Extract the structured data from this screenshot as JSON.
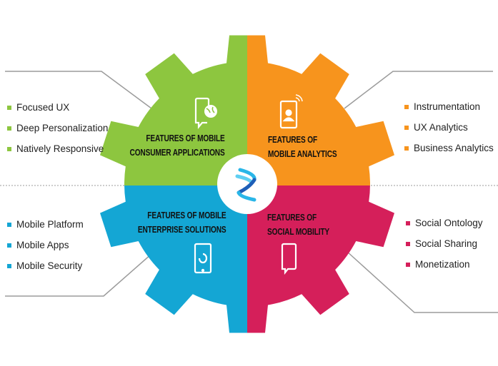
{
  "colors": {
    "consumer": "#8dc63f",
    "analytics": "#f7941d",
    "enterprise": "#14a6d4",
    "social": "#d51f5a",
    "lines": "#9b9b9b"
  },
  "quadrants": {
    "consumer": {
      "title_line1": "FEATURES OF MOBILE",
      "title_line2": "CONSUMER APPLICATIONS",
      "icon": "phone-globe-icon",
      "items": [
        "Focused UX",
        "Deep Personalization",
        "Natively Responsive"
      ]
    },
    "analytics": {
      "title_line1": "FEATURES OF",
      "title_line2": "MOBILE ANALYTICS",
      "icon": "phone-user-signal-icon",
      "items": [
        "Instrumentation",
        "UX Analytics",
        "Business Analytics"
      ]
    },
    "enterprise": {
      "title_line1": "FEATURES OF MOBILE",
      "title_line2": "ENTERPRISE SOLUTIONS",
      "icon": "phone-sync-icon",
      "items": [
        "Mobile Platform",
        "Mobile Apps",
        "Mobile Security"
      ]
    },
    "social": {
      "title_line1": "FEATURES OF",
      "title_line2": "SOCIAL MOBILITY",
      "icon": "phone-chat-icon",
      "items": [
        "Social Ontology",
        "Social Sharing",
        "Monetization"
      ]
    }
  },
  "center": {
    "icon": "logo-helix-icon"
  }
}
